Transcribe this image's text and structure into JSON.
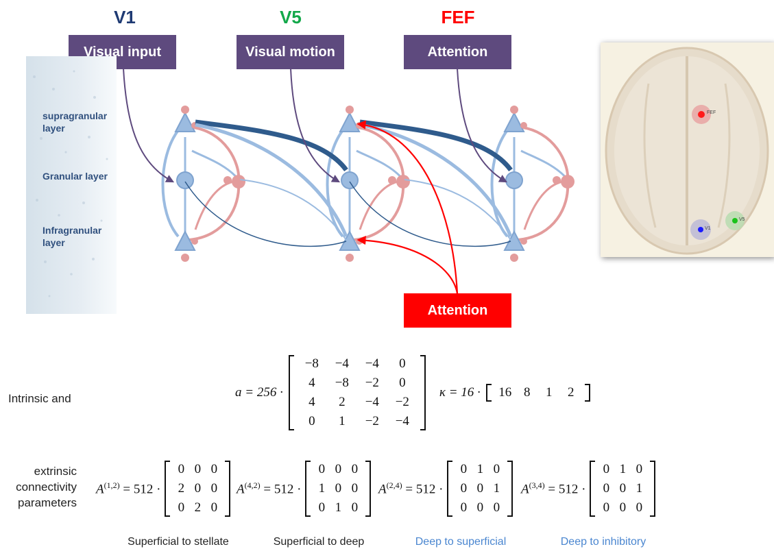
{
  "regions": [
    {
      "name": "V1",
      "color": "#1f3a73",
      "input": "Visual input"
    },
    {
      "name": "V5",
      "color": "#13a84a",
      "input": "Visual motion"
    },
    {
      "name": "FEF",
      "color": "#ff0000",
      "input": "Attention"
    }
  ],
  "attention_box": "Attention",
  "layers": {
    "supragranular": [
      "supragranular",
      "layer"
    ],
    "granular": "Granular layer",
    "infragranular": [
      "Infragranular",
      "layer"
    ]
  },
  "brain_labels": {
    "fef": "FEF",
    "v5": "V5",
    "v1": "V1"
  },
  "colors": {
    "input_box": "#5e4a7e",
    "attention": "#ff0000",
    "excitatory": "#9bbbe0",
    "inhibitory": "#e39c9c",
    "forward": "#2f5b8c"
  },
  "params": {
    "intrinsic_label": "Intrinsic  and",
    "extrinsic_label": [
      "extrinsic",
      "connectivity",
      "parameters"
    ],
    "a_lhs": "a = 256 ·",
    "a_matrix": [
      [
        "−8",
        "−4",
        "−4",
        "0"
      ],
      [
        "4",
        "−8",
        "−2",
        "0"
      ],
      [
        "4",
        "2",
        "−4",
        "−2"
      ],
      [
        "0",
        "1",
        "−2",
        "−4"
      ]
    ],
    "kappa_lhs": "κ = 16 ·",
    "kappa_values": [
      "16",
      "8",
      "1",
      "2"
    ],
    "extrinsic": [
      {
        "sup": "(1,2)",
        "coef": "= 512 ·",
        "matrix": [
          [
            "0",
            "0",
            "0"
          ],
          [
            "2",
            "0",
            "0"
          ],
          [
            "0",
            "2",
            "0"
          ]
        ],
        "caption": "Superficial to stellate",
        "caption_color": "dark"
      },
      {
        "sup": "(4,2)",
        "coef": "= 512 ·",
        "matrix": [
          [
            "0",
            "0",
            "0"
          ],
          [
            "1",
            "0",
            "0"
          ],
          [
            "0",
            "1",
            "0"
          ]
        ],
        "caption": "Superficial to deep",
        "caption_color": "dark"
      },
      {
        "sup": "(2,4)",
        "coef": "= 512 ·",
        "matrix": [
          [
            "0",
            "1",
            "0"
          ],
          [
            "0",
            "0",
            "1"
          ],
          [
            "0",
            "0",
            "0"
          ]
        ],
        "caption": "Deep to superficial",
        "caption_color": "blue"
      },
      {
        "sup": "(3,4)",
        "coef": "= 512 ·",
        "matrix": [
          [
            "0",
            "1",
            "0"
          ],
          [
            "0",
            "0",
            "1"
          ],
          [
            "0",
            "0",
            "0"
          ]
        ],
        "caption": "Deep to inhibitory",
        "caption_color": "blue"
      }
    ]
  }
}
